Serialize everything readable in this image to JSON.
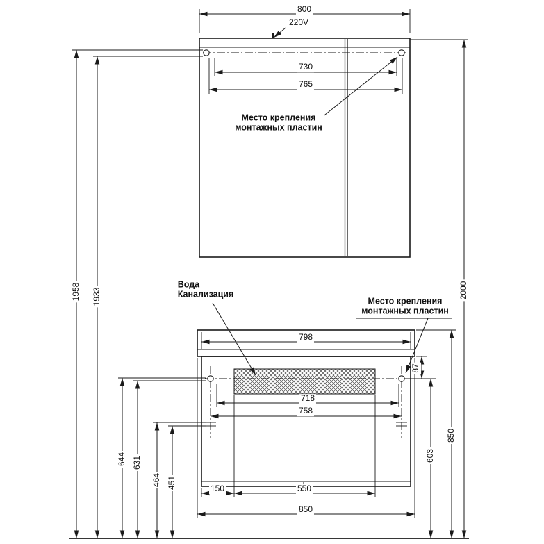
{
  "drawing": {
    "mirror_cabinet": {
      "width": "800",
      "power": "220V",
      "mount_span_inner": "730",
      "mount_span_outer": "765",
      "mounting_note": "Место крепления\nмонтажных пластин"
    },
    "vanity": {
      "counter_width": "798",
      "top_offset": "87",
      "mount_span_inner": "718",
      "mount_span_outer": "758",
      "left_offset": "150",
      "service_zone_width": "550",
      "total_width": "850",
      "water_note": "Вода\nКанализация",
      "mounting_note": "Место крепления\nмонтажных пластин"
    },
    "heights": {
      "h1958": "1958",
      "h1933": "1933",
      "h2000": "2000",
      "h644": "644",
      "h631": "631",
      "h464": "464",
      "h451": "451",
      "h603": "603",
      "h850": "850"
    },
    "colors": {
      "line": "#1a1a1a",
      "background": "#ffffff"
    }
  }
}
